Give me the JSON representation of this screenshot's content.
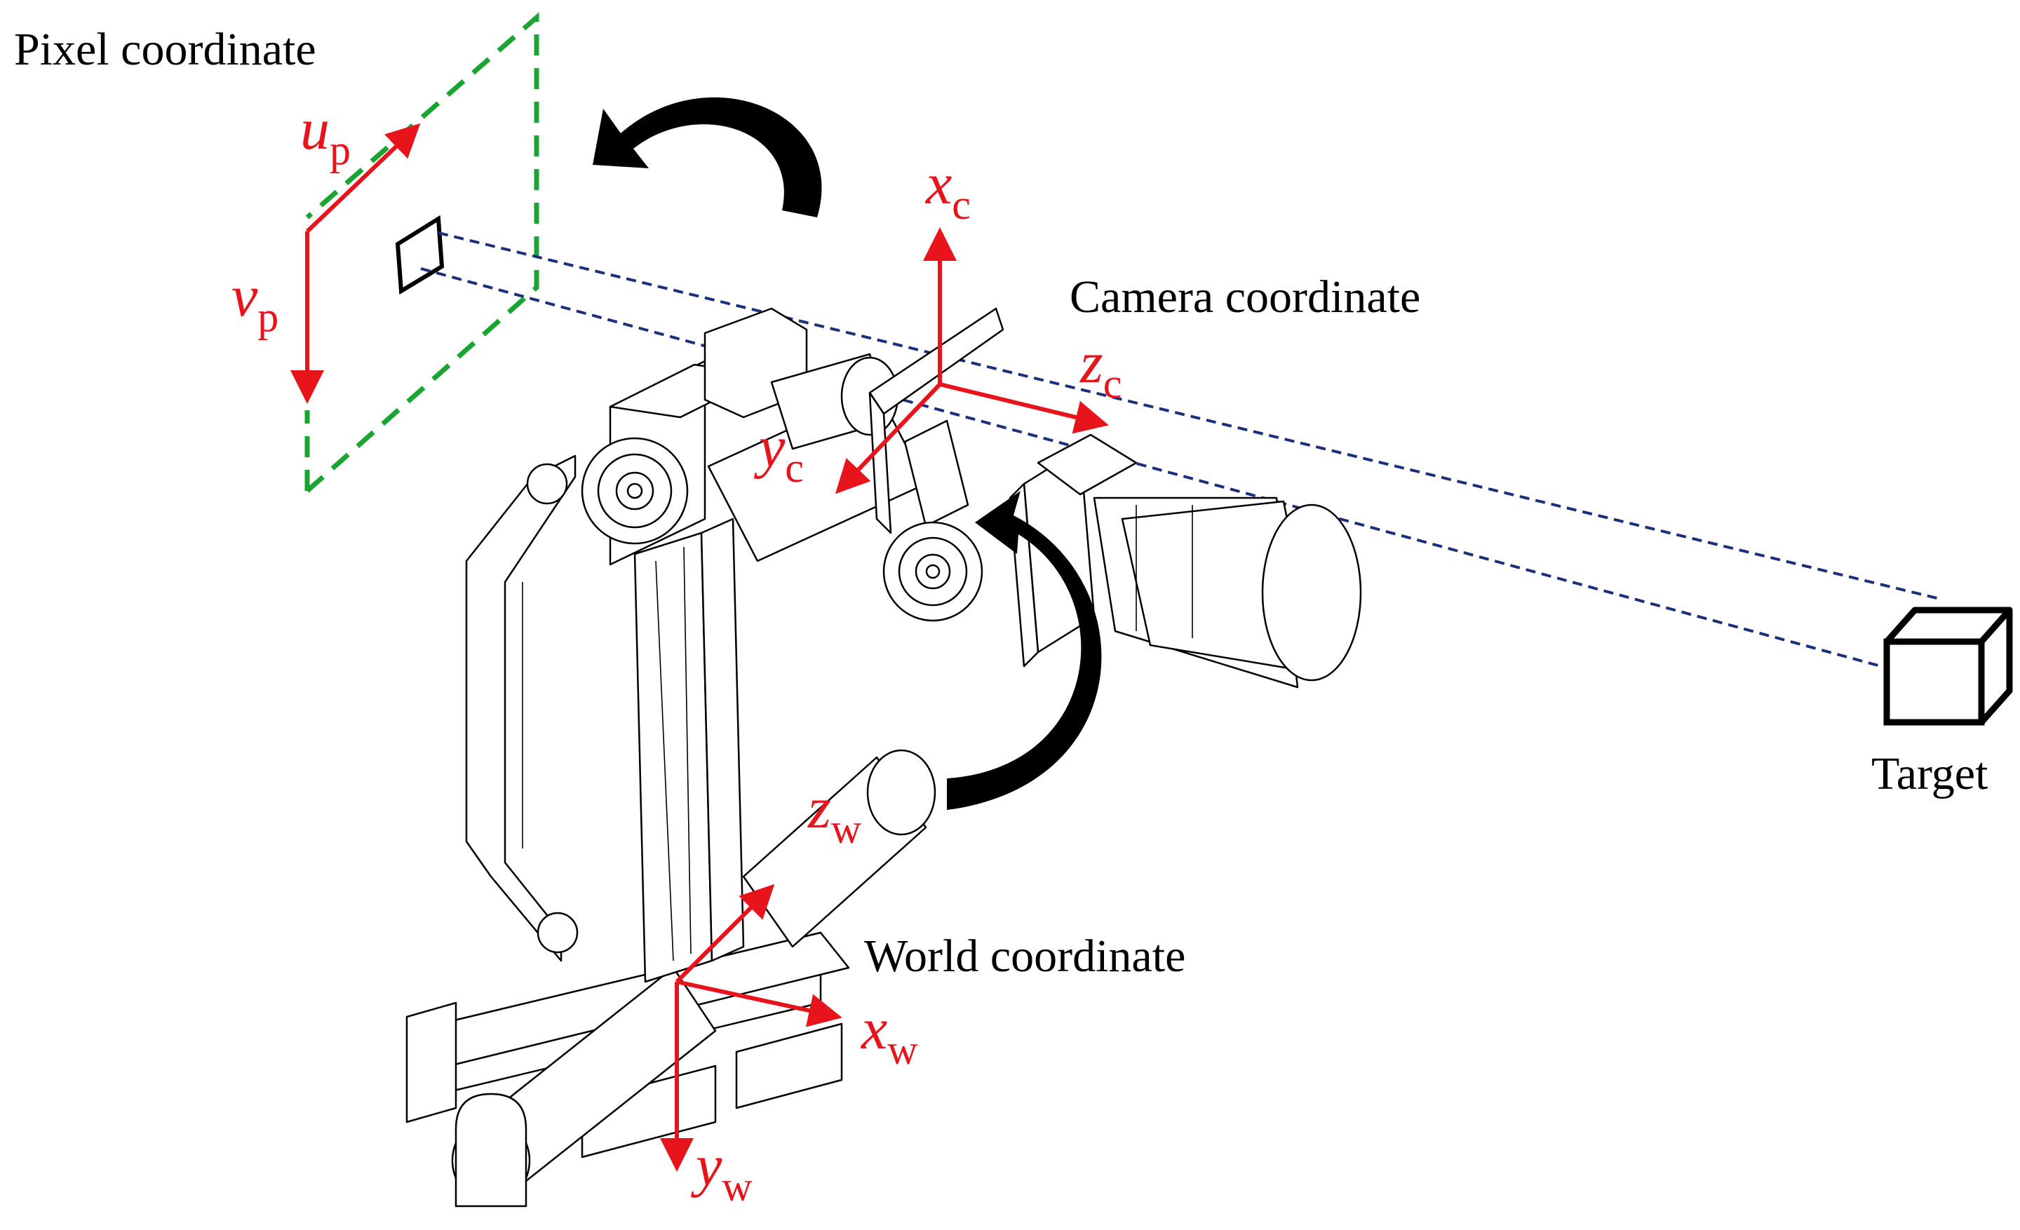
{
  "labels": {
    "pixel": "Pixel coordinate",
    "camera": "Camera coordinate",
    "world": "World coordinate",
    "target": "Target"
  },
  "axes": {
    "u": {
      "main": "u",
      "sub": "p"
    },
    "v": {
      "main": "v",
      "sub": "p"
    },
    "xc": {
      "main": "x",
      "sub": "c"
    },
    "yc": {
      "main": "y",
      "sub": "c"
    },
    "zc": {
      "main": "z",
      "sub": "c"
    },
    "xw": {
      "main": "x",
      "sub": "w"
    },
    "yw": {
      "main": "y",
      "sub": "w"
    },
    "zw": {
      "main": "z",
      "sub": "w"
    }
  },
  "colors": {
    "axis": "#e8141b",
    "image_plane": "#1aa532",
    "projection": "#1b2f7a",
    "mechanism": "#000000",
    "rotation_arrow": "#000000"
  },
  "icons": {
    "rotation_top": "curved-rotation-arrow-icon",
    "rotation_right": "curved-rotation-arrow-icon",
    "target": "cube-icon"
  }
}
